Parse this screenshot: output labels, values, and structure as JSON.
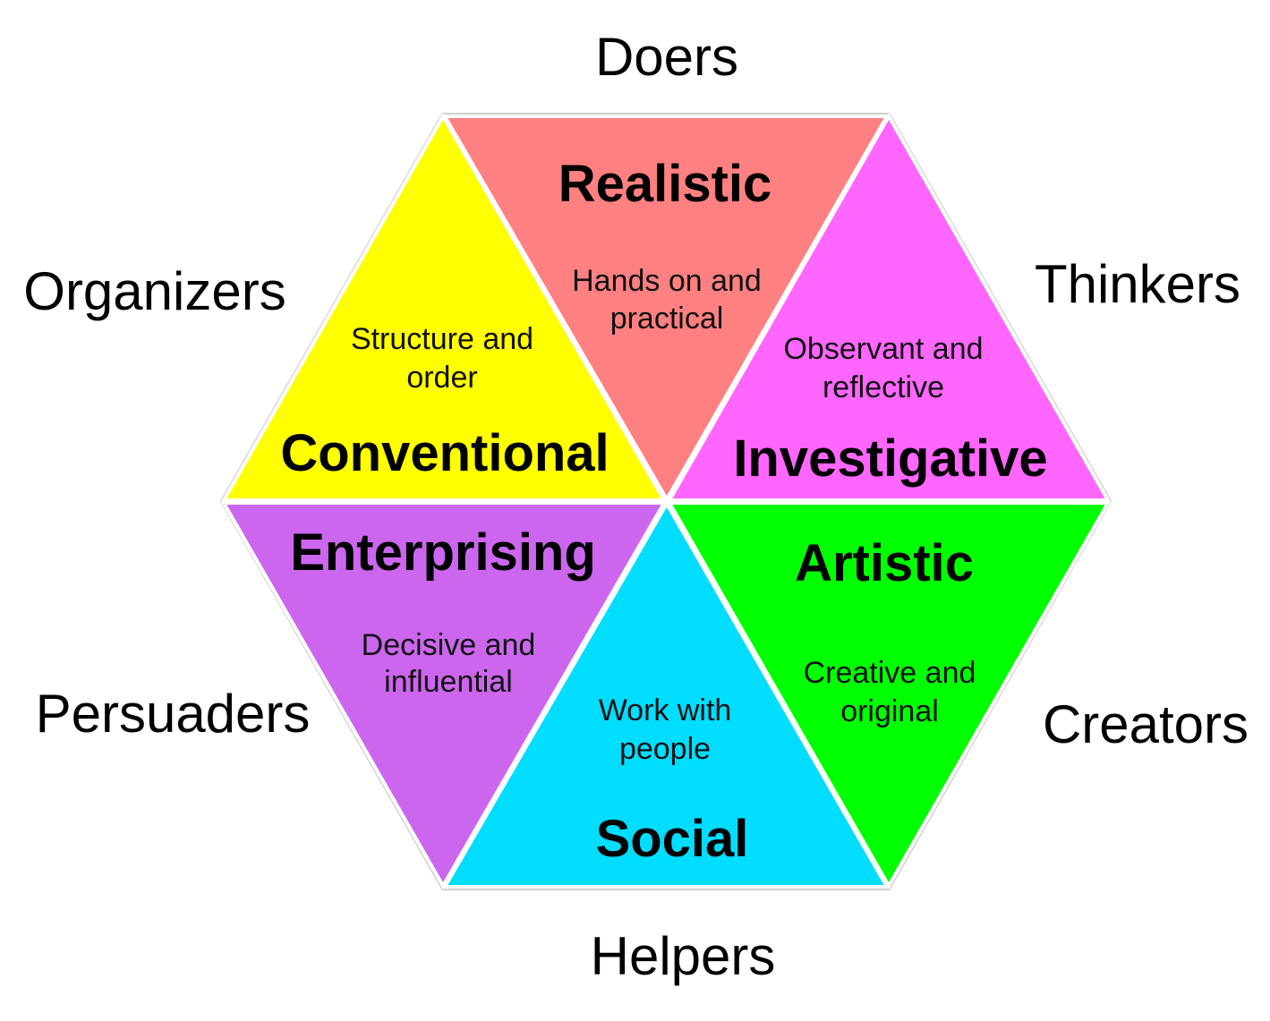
{
  "outer_labels": {
    "top": "Doers",
    "upper_right": "Thinkers",
    "lower_right": "Creators",
    "bottom": "Helpers",
    "lower_left": "Persuaders",
    "upper_left": "Organizers"
  },
  "types": {
    "realistic": {
      "title": "Realistic",
      "desc1": "Hands on and",
      "desc2": "practical",
      "color": "#FF8080"
    },
    "investigative": {
      "title": "Investigative",
      "desc1": "Observant and",
      "desc2": "reflective",
      "color": "#FF66FF"
    },
    "artistic": {
      "title": "Artistic",
      "desc1": "Creative and",
      "desc2": "original",
      "color": "#00FF00"
    },
    "social": {
      "title": "Social",
      "desc1": "Work with",
      "desc2": "people",
      "color": "#00DDFF"
    },
    "enterprising": {
      "title": "Enterprising",
      "desc1": "Decisive and",
      "desc2": "influential",
      "color": "#CC66EE"
    },
    "conventional": {
      "title": "Conventional",
      "desc1": "Structure and",
      "desc2": "order",
      "color": "#FFFF00"
    }
  }
}
